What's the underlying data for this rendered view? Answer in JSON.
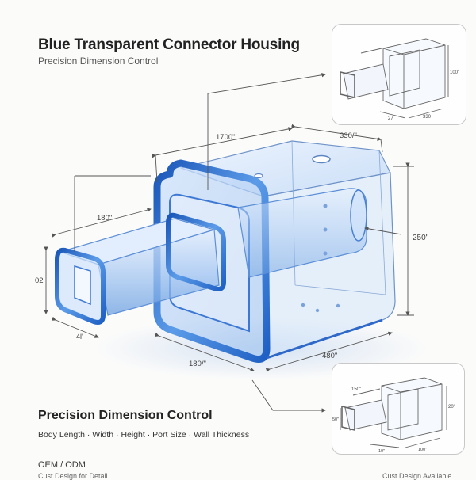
{
  "header": {
    "title": "Blue Transparent Connector Housing",
    "subtitle": "Precision Dimension Control"
  },
  "footer": {
    "heading": "Precision Dimension Control",
    "features": "Body Length · Width · Height · Port Size · Wall Thickness",
    "oem": "OEM / ODM",
    "cut_left": "Cust Design for Detail",
    "cut_right": "Cust Design Available"
  },
  "dimensions": {
    "top_length": "1700\"",
    "top_width": "330/\"",
    "port_length": "180\"",
    "port_height": "02",
    "port_depth": "4l'",
    "height": "250\"",
    "bottom_width": "480\"",
    "bottom_depth": "180/\""
  },
  "thumb_top": {
    "dim_height": "100\"",
    "dim_a": "27",
    "dim_b": "330"
  },
  "thumb_bottom": {
    "dim_top": "150\"",
    "dim_left": "50\"",
    "dim_right": "20\"",
    "dim_a": "10\"",
    "dim_b": "100\""
  },
  "colors": {
    "accent_blue": "#2f6fd6",
    "edge_blue": "#1e5fc4",
    "glass": "#dbe9fb",
    "line": "#333333"
  }
}
